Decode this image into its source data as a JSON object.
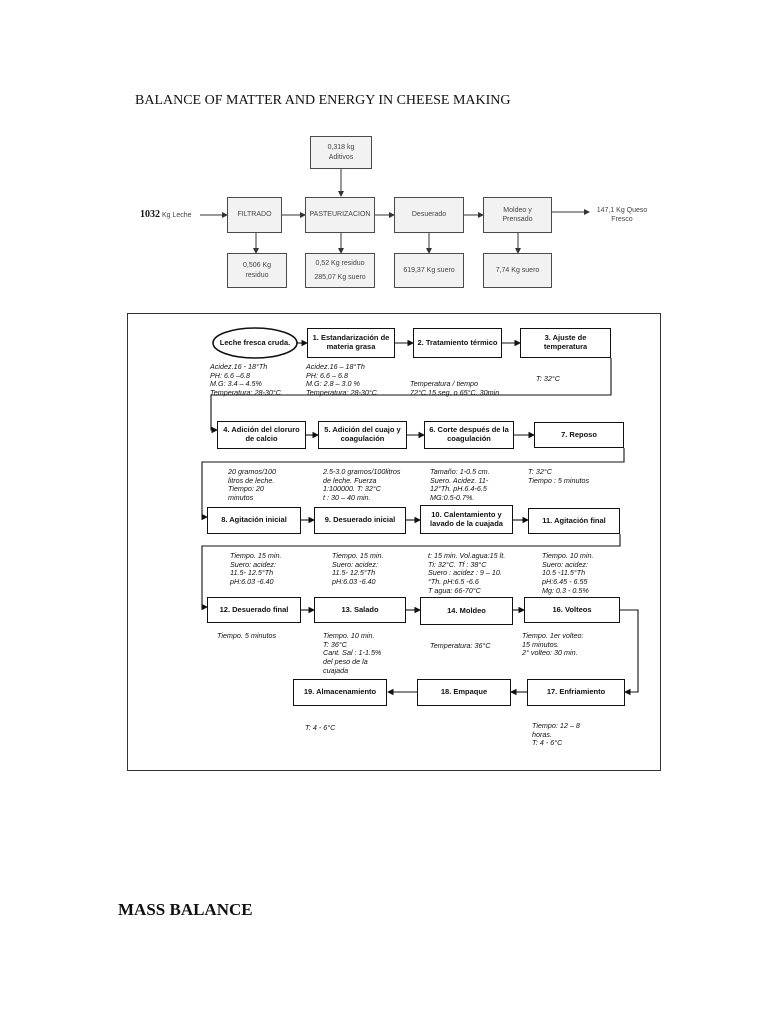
{
  "document": {
    "title": "BALANCE OF MATTER AND ENERGY IN CHEESE MAKING",
    "section_heading": "MASS BALANCE"
  },
  "flow": {
    "input_amount": "1032",
    "input_label": "Kg Leche",
    "additives": [
      "0,318 kg",
      "Aditivos"
    ],
    "steps": [
      "FILTRADO",
      "PASTEURIZACION",
      "Desuerado",
      "Moldeo y Prensado"
    ],
    "output": [
      "147,1 Kg Queso",
      "Fresco"
    ],
    "residues": {
      "filtrado": [
        "0,506 Kg",
        "residuo"
      ],
      "pasteurizacion_1": "0,52 Kg residuo",
      "pasteurizacion_2": "285,07 Kg suero",
      "desuerado": "619,37 Kg suero",
      "moldeo": "7,74 Kg suero"
    }
  },
  "process": {
    "steps": {
      "s0": "Leche fresca cruda.",
      "s1": "1. Estandarización de materia grasa",
      "s2": "2. Tratamiento térmico",
      "s3": "3. Ajuste de temperatura",
      "s4": "4. Adición del cloruro de calcio",
      "s5": "5. Adición del cuajo y coagulación",
      "s6": "6. Corte después de la coagulación",
      "s7": "7. Reposo",
      "s8": "8. Agitación inicial",
      "s9": "9. Desuerado inicial",
      "s10": "10. Calentamiento y lavado de la cuajada",
      "s11": "11. Agitación final",
      "s12": "12. Desuerado final",
      "s13": "13. Salado",
      "s14": "14. Moldeo",
      "s16": "16. Volteos",
      "s17": "17. Enfriamiento",
      "s18": "18. Empaque",
      "s19": "19. Almacenamiento"
    },
    "notes": {
      "n0": "Acidez.16 - 18°Th\nPH: 6.6 –6.8\nM.G: 3.4 – 4.5%\nTemperatura: 28-30°C",
      "n1": "Acidez.16 – 18°Th\nPH: 6.6 – 6.8\nM.G: 2.8 – 3.0 %\nTemperatura: 28-30°C",
      "n2": "Temperatura / tiempo\n72°C.15 seg.  o  65°C. 30min",
      "n3": "T: 32°C",
      "n4": "20 gramos/100\nlitros de leche.\nTiempo: 20\nminutos",
      "n5": "2.5-3.0 gramos/100litros\nde leche. Fuerza\n1:100000. T: 32°C\nt : 30 – 40 min.",
      "n6": "Tamaño: 1-0.5 cm.\nSuero. Acidez. 11-\n12°Th. pH.6.4-6.5\nMG:0.5-0.7%.",
      "n7": "T: 32°C\nTiempo : 5 minutos",
      "n8": "Tiempo. 15 min.\nSuero: acidez:\n11.5- 12.5°Th\npH:6.03 -6.40",
      "n9": "Tiempo. 15 min.\nSuero: acidez:\n11.5- 12.5°Th\npH:6.03 -6.40",
      "n10": "t: 15 min. Vol.agua:15 lt.\nTi: 32°C. Tf : 38°C\nSuero : acidez : 9 – 10.\n°Th. pH:6.5 -6.6\nT agua: 66-70°C",
      "n11": "Tiempo. 10 min.\nSuero: acidez:\n10.5 -11.5°Th\npH:6.45 - 6.55\nMg: 0.3 - 0.5%",
      "n12": "Tiempo. 5 minutos",
      "n13": "Tiempo. 10 min.\nT: 36°C\nCant. Sal : 1-1.5%\ndel peso de la\ncuajada",
      "n14": "Temperatura: 36°C",
      "n16": "Tiempo.  1er volteo:\n15 minutos.\n2° volteo: 30 min.",
      "n19": "T: 4 - 6°C",
      "n17": "Tiempo:  12 – 8\nhoras.\nT: 4 - 6°C"
    }
  }
}
